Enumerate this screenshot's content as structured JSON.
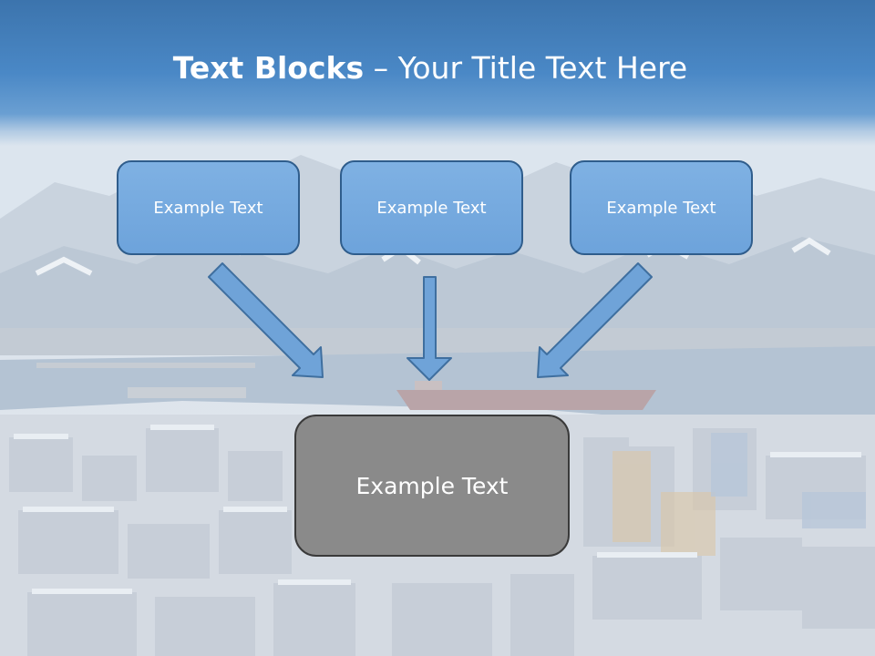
{
  "slide": {
    "title_bold": "Text Blocks",
    "title_rest": " – Your Title Text Here",
    "boxes": {
      "top_left": "Example Text",
      "top_center": "Example Text",
      "top_right": "Example Text",
      "main": "Example Text"
    }
  },
  "colors": {
    "title_band": "#4a88c6",
    "box_fill": "#74a8de",
    "box_border": "#2f5d8c",
    "main_box_fill": "#8a8a8a",
    "main_box_border": "#3a3a3a",
    "arrow_fill": "#6fa3d8",
    "arrow_stroke": "#3f6f9f"
  }
}
